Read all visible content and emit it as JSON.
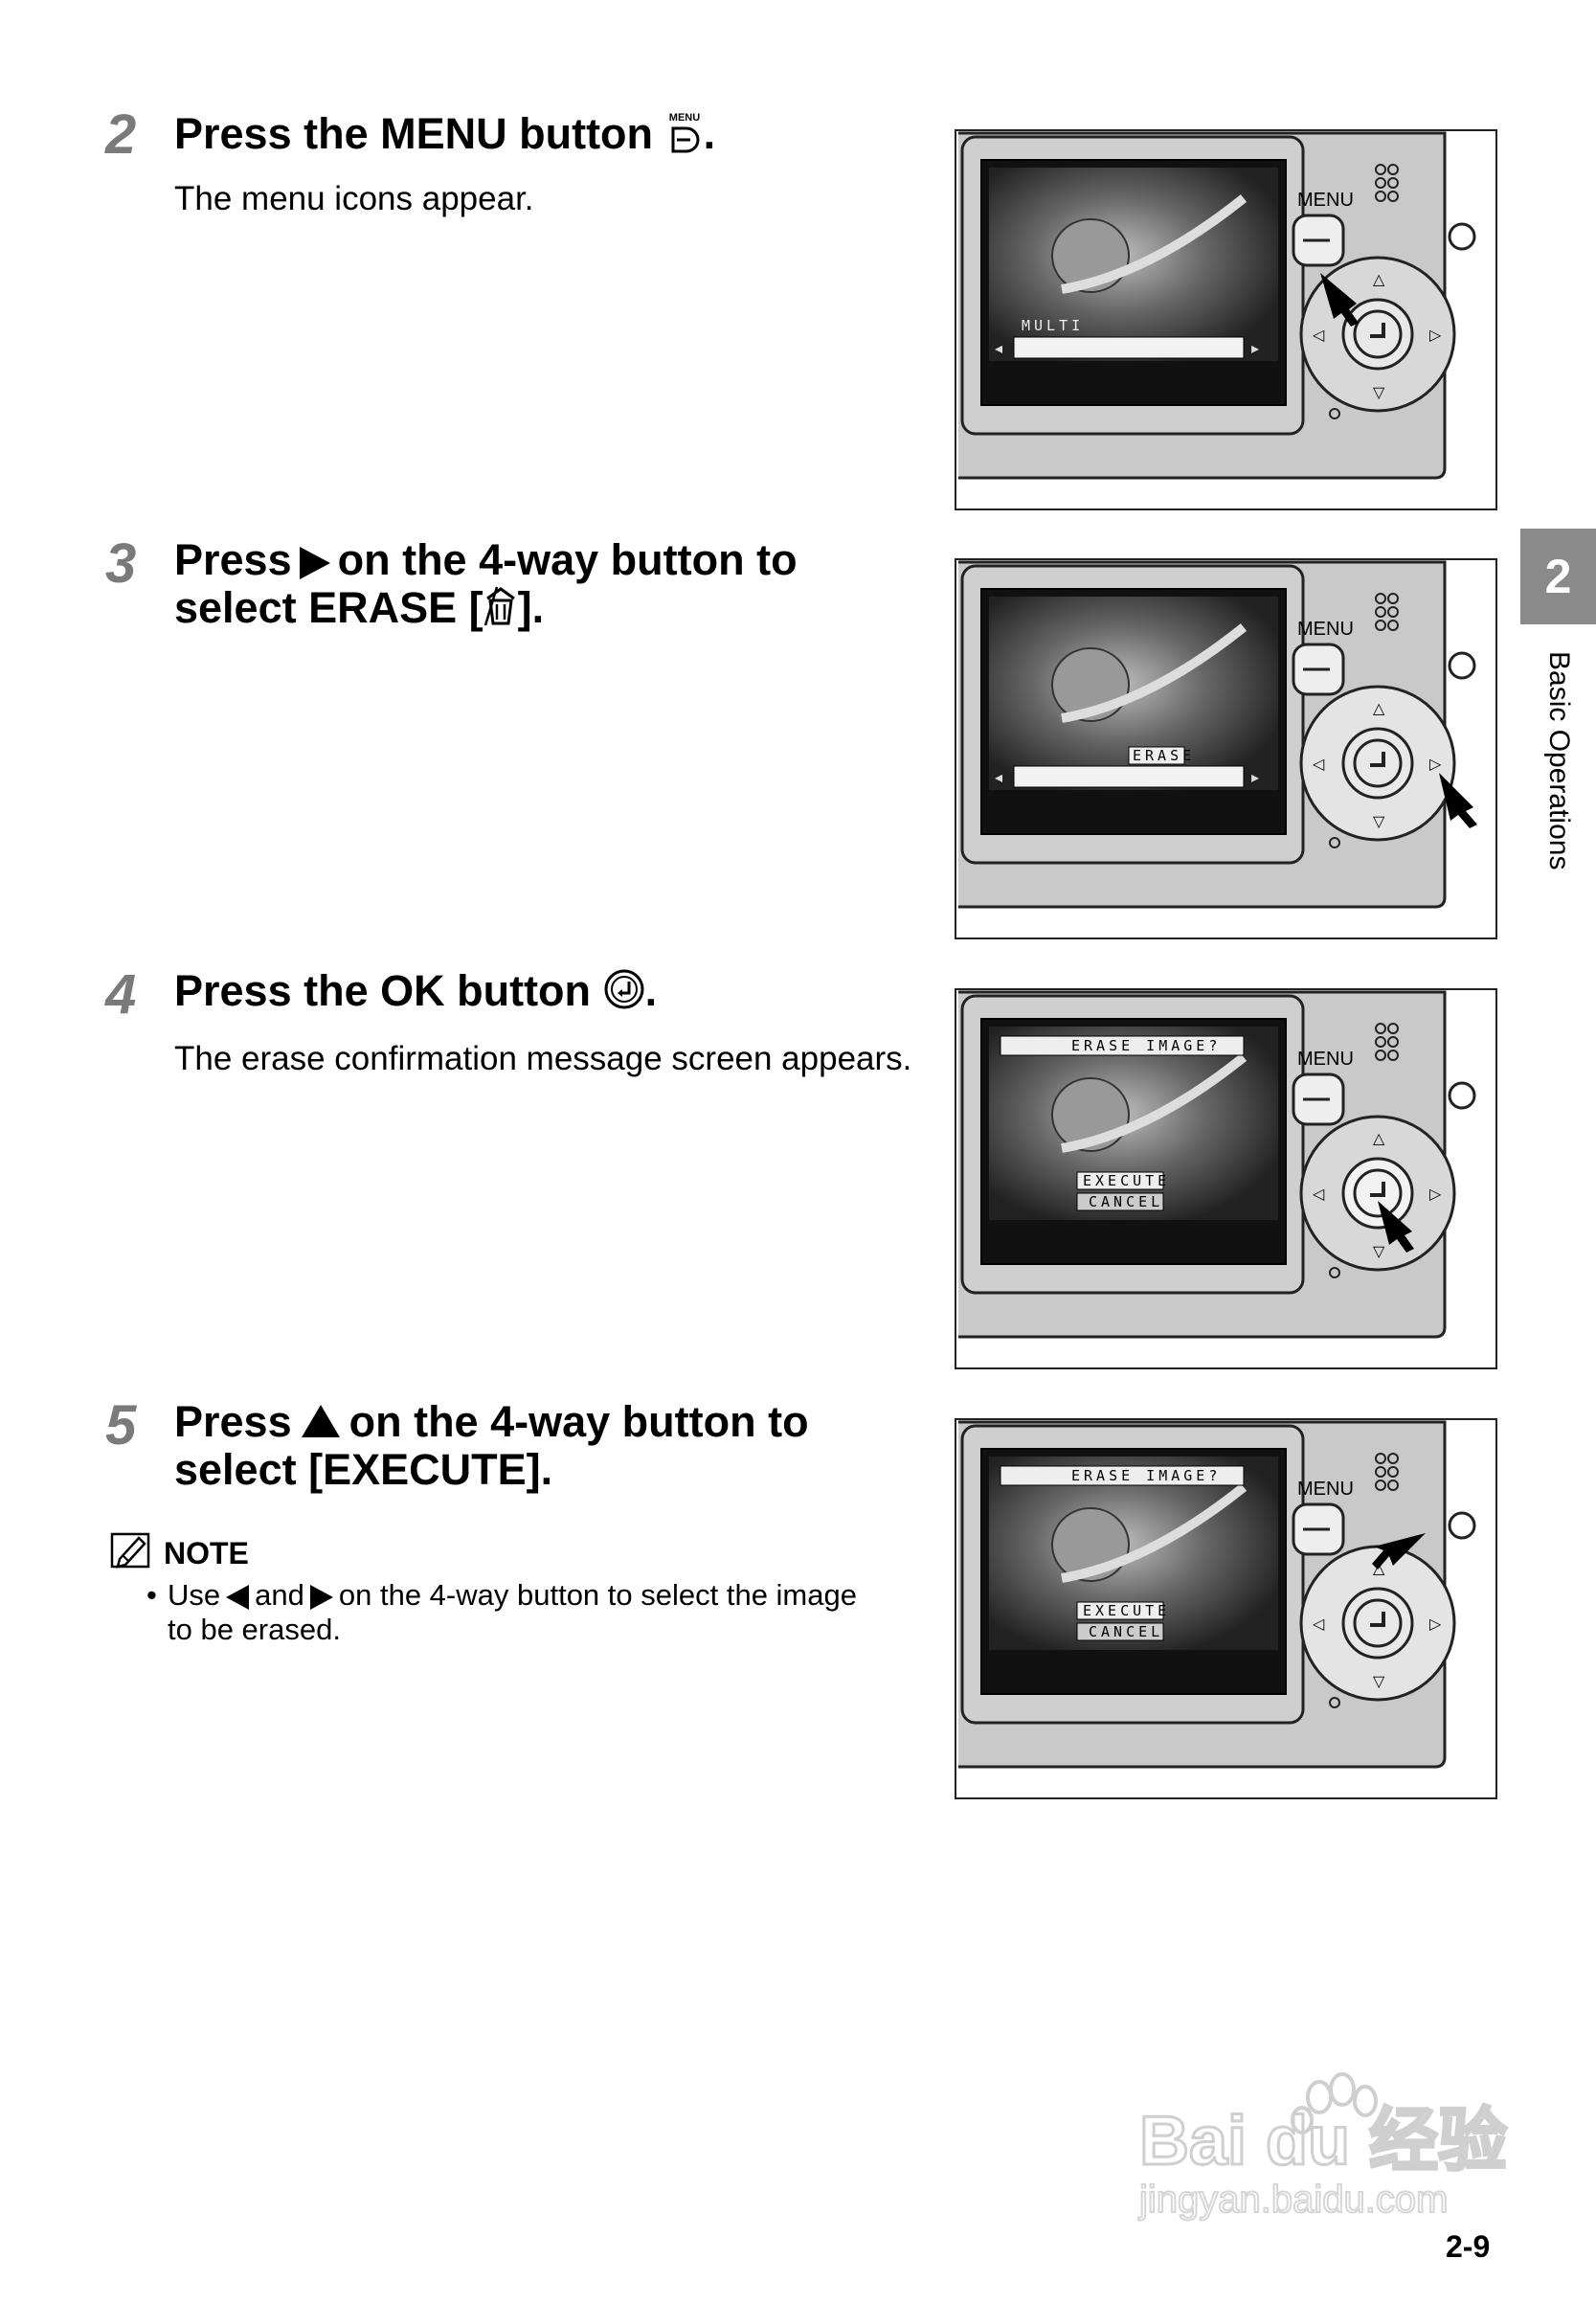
{
  "steps": [
    {
      "num": "2",
      "title_pre": "Press the MENU button",
      "title_post": ".",
      "desc": "The menu icons appear.",
      "menu_icon_label": "MENU"
    },
    {
      "num": "3",
      "title_pre": "Press",
      "title_mid": "on the 4-way button to",
      "title_line2_pre": "select ERASE [",
      "title_line2_post": "]."
    },
    {
      "num": "4",
      "title_pre": "Press the OK button",
      "title_post": ".",
      "desc": "The erase confirmation message screen appears."
    },
    {
      "num": "5",
      "title_pre": "Press",
      "title_mid": "on the 4-way button to",
      "title_line2": "select [EXECUTE]."
    }
  ],
  "note": {
    "heading": "NOTE",
    "bullet": "•",
    "text_pre": "Use",
    "text_and": "and",
    "text_post": "on the 4-way button to select the image",
    "text_line2": "to be erased."
  },
  "camera": {
    "menu_label": "MENU",
    "multi_label": "MULTI",
    "erase_label": "ERASE",
    "erase_image_label": "ERASE IMAGE?",
    "execute_label": "EXECUTE",
    "cancel_label": "CANCEL"
  },
  "side_tab": {
    "chapter": "2",
    "label": "Basic Operations"
  },
  "page_number": "2-9",
  "watermark": {
    "brand": "Bai du 经验",
    "url": "jingyan.baidu.com"
  }
}
